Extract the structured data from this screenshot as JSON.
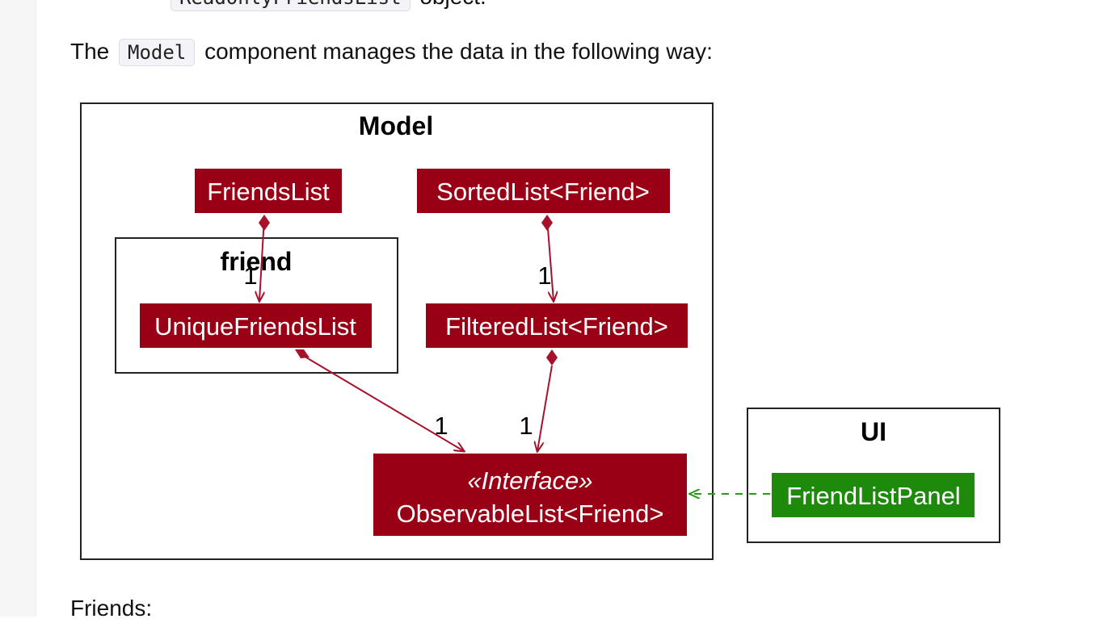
{
  "page": {
    "top_fragment_code": "ReadOnlyFriendsList",
    "top_fragment_text": "object.",
    "intro_prefix": "The",
    "intro_code": "Model",
    "intro_suffix": "component manages the data in the following way:",
    "next_heading": "Friends:"
  },
  "diagram": {
    "model_package": "Model",
    "friend_package": "friend",
    "ui_package": "UI",
    "classes": {
      "friends_list": "FriendsList",
      "sorted_list": "SortedList<Friend>",
      "unique_friends_list": "UniqueFriendsList",
      "filtered_list": "FilteredList<Friend>",
      "observable_stereotype": "«Interface»",
      "observable_list": "ObservableList<Friend>",
      "friend_list_panel": "FriendListPanel"
    },
    "multiplicities": {
      "friends_to_unique": "1",
      "sorted_to_filtered": "1",
      "unique_to_observable": "1",
      "filtered_to_observable": "1"
    },
    "colors": {
      "model_class_fill": "#9a0015",
      "arrow": "#a8112b",
      "ui_class_fill": "#1d8a0c",
      "dependency": "#2a9a14"
    }
  }
}
